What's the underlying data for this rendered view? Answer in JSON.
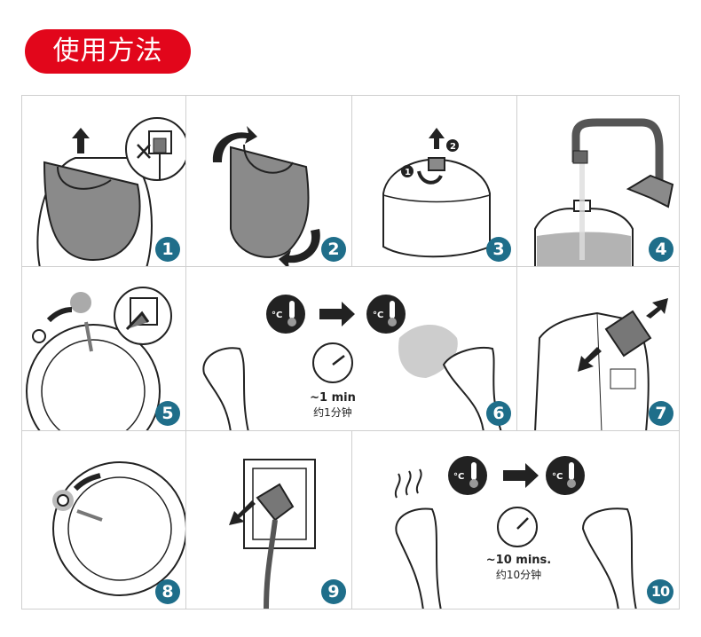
{
  "title": "使用方法",
  "badge_color": "#1f6e8a",
  "accent": "#e2061b",
  "steps": [
    {
      "number": "1"
    },
    {
      "number": "2"
    },
    {
      "number": "3"
    },
    {
      "number": "4"
    },
    {
      "number": "5"
    },
    {
      "number": "6",
      "time_en": "~1 min",
      "time_cn": "约1分钟"
    },
    {
      "number": "7"
    },
    {
      "number": "8"
    },
    {
      "number": "9"
    },
    {
      "number": "10",
      "time_en": "~10 mins.",
      "time_cn": "约10分钟"
    }
  ],
  "thermo_unit": "°C"
}
